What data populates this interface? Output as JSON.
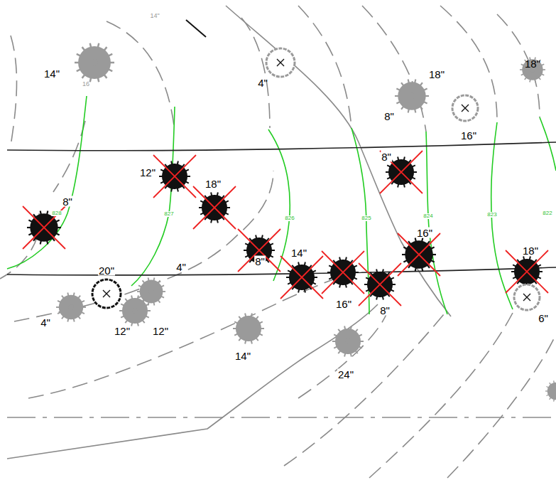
{
  "diagram": {
    "labels": [
      "14\"",
      "14\"",
      "16",
      "4\"",
      "18\"",
      "8\"",
      "16\"",
      "18\"",
      "12\"",
      "18\"",
      "8\"",
      "8\"",
      "828",
      "827",
      "826",
      "825",
      "824",
      "823",
      "822",
      "16\"",
      "18\"",
      "14\"",
      "8\"",
      "20\"",
      "4\"",
      "16\"",
      "8\"",
      "6\"",
      "4\"",
      "12\"",
      "12\"",
      "14\"",
      "24\""
    ]
  }
}
